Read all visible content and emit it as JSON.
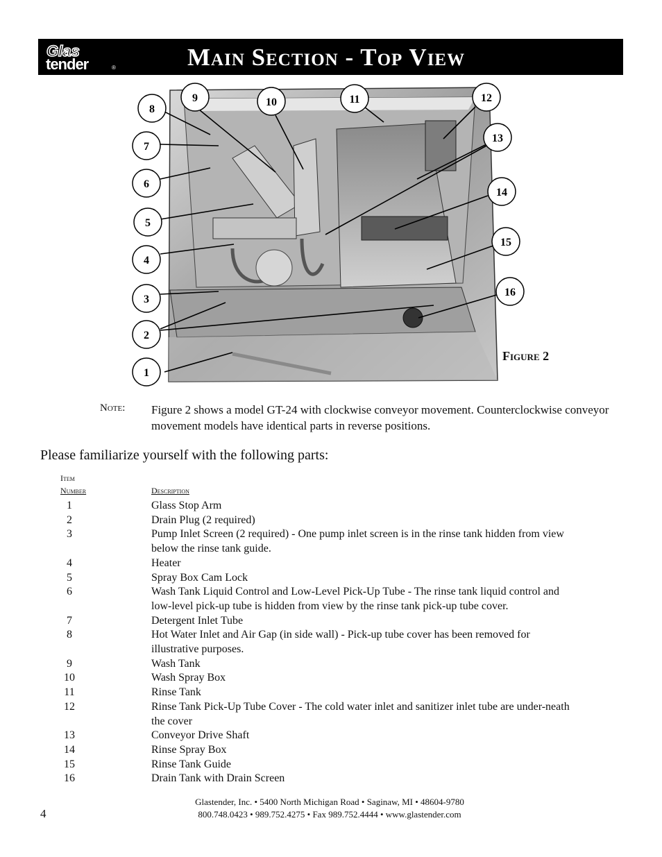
{
  "header": {
    "logo_text_top": "Glas",
    "logo_text_bottom": "tender",
    "logo_mark": "®",
    "title": "Main Section - Top View"
  },
  "figure": {
    "caption": "Figure 2",
    "callouts": [
      "1",
      "2",
      "3",
      "4",
      "5",
      "6",
      "7",
      "8",
      "9",
      "10",
      "11",
      "12",
      "13",
      "14",
      "15",
      "16"
    ]
  },
  "note": {
    "label": "Note:",
    "text": "Figure 2 shows a model GT-24 with clockwise conveyor movement.  Counterclockwise conveyor movement models have identical parts in reverse positions."
  },
  "intro": "Please familiarize yourself with the following parts:",
  "parts_table": {
    "header_item": "Item",
    "header_number": "Number",
    "header_description": "Description",
    "rows": [
      {
        "num": "1",
        "desc": "Glass Stop Arm"
      },
      {
        "num": "2",
        "desc": "Drain Plug (2 required)"
      },
      {
        "num": "3",
        "desc": "Pump Inlet Screen (2 required) - One pump inlet screen is in the rinse tank hidden from view below the rinse tank guide."
      },
      {
        "num": "4",
        "desc": "Heater"
      },
      {
        "num": "5",
        "desc": "Spray Box Cam Lock"
      },
      {
        "num": "6",
        "desc": "Wash Tank Liquid Control and Low-Level Pick-Up Tube - The rinse tank liquid control and low-level pick-up tube is hidden from view by the rinse tank pick-up tube cover."
      },
      {
        "num": "7",
        "desc": "Detergent Inlet Tube"
      },
      {
        "num": "8",
        "desc": "Hot Water Inlet and Air Gap (in side wall) - Pick-up tube cover has been removed for illustrative purposes."
      },
      {
        "num": "9",
        "desc": "Wash Tank"
      },
      {
        "num": "10",
        "desc": "Wash Spray Box"
      },
      {
        "num": "11",
        "desc": "Rinse Tank"
      },
      {
        "num": "12",
        "desc": "Rinse Tank Pick-Up Tube Cover - The cold water inlet and sanitizer inlet tube are under-neath the cover"
      },
      {
        "num": "13",
        "desc": "Conveyor Drive Shaft"
      },
      {
        "num": "14",
        "desc": "Rinse Spray Box"
      },
      {
        "num": "15",
        "desc": "Rinse Tank Guide"
      },
      {
        "num": "16",
        "desc": "Drain Tank with Drain Screen"
      }
    ]
  },
  "footer": {
    "page_number": "4",
    "address_line": "Glastender, Inc.  •  5400 North Michigan Road  •  Saginaw, MI  •  48604-9780",
    "contact_line": "800.748.0423  •  989.752.4275  •  Fax 989.752.4444  •  www.glastender.com"
  }
}
